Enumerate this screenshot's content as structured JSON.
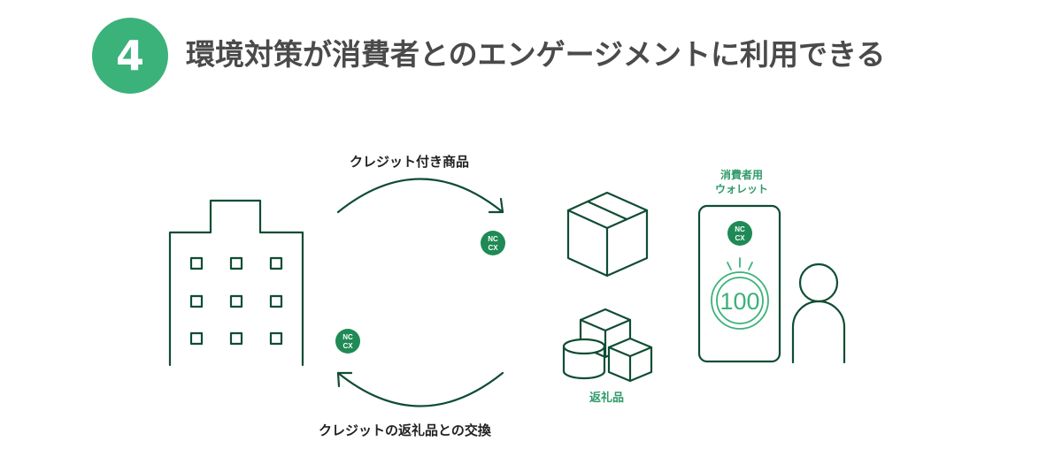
{
  "header": {
    "step_number": "4",
    "title": "環境対策が消費者とのエンゲージメントに利用できる"
  },
  "diagram": {
    "top_arrow_label": "クレジット付き商品",
    "bottom_arrow_label": "クレジットの返礼品との交換",
    "gifts_label": "返礼品",
    "wallet_label_line1": "消費者用",
    "wallet_label_line2": "ウォレット",
    "badge_text_line1": "NC",
    "badge_text_line2": "CX",
    "wallet_points": "100"
  },
  "colors": {
    "accent_green": "#3bb27a",
    "line_dark_green": "#0f4d33",
    "badge_green": "#1f8a55",
    "label_green": "#2f9a68"
  }
}
